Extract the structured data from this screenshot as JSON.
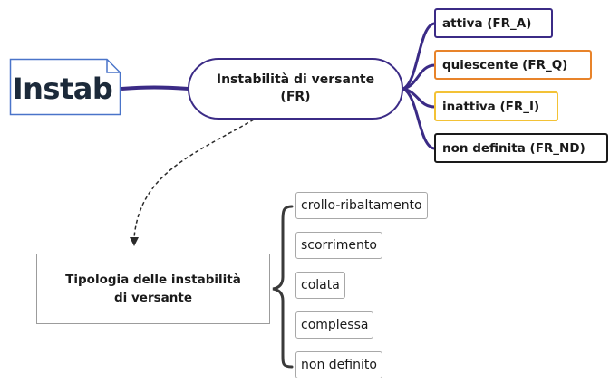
{
  "doc_node": {
    "label": "Instab"
  },
  "main_node": {
    "line1": "Instabilità di versante",
    "line2": "(FR)"
  },
  "activity_states": [
    {
      "label": "attiva (FR_A)",
      "color": "#3b2b86"
    },
    {
      "label": "quiescente (FR_Q)",
      "color": "#e8832a"
    },
    {
      "label": "inattiva (FR_I)",
      "color": "#f3c236"
    },
    {
      "label": "non definita (FR_ND)",
      "color": "#1a1a1a"
    }
  ],
  "typology_node": {
    "line1": "Tipologia delle instabilità",
    "line2": "di versante"
  },
  "typology_items": [
    "crollo-ribaltamento",
    "scorrimento",
    "colata",
    "complessa",
    "non definito"
  ],
  "colors": {
    "main_stroke": "#3b2b86",
    "dashed_link": "#2a2a2a",
    "brace": "#3a3a3a"
  }
}
